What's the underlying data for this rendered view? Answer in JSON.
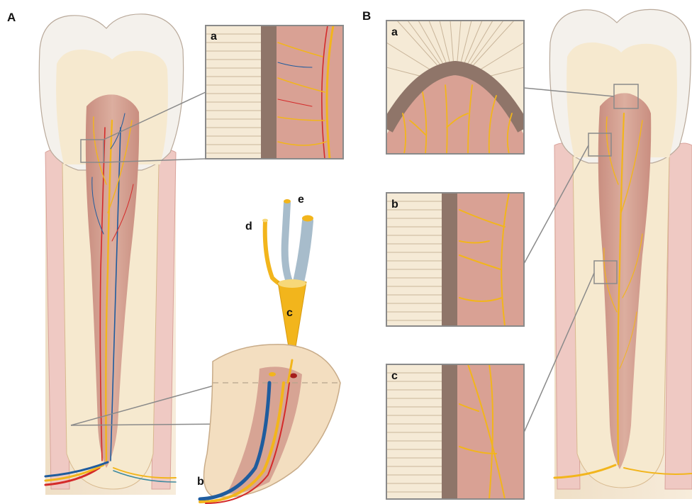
{
  "panels": {
    "A": {
      "label": "A"
    },
    "B": {
      "label": "B"
    }
  },
  "panel_a": {
    "inset_label": "a",
    "cross_section_label": "b",
    "bundle_label": "c",
    "fiber_d_label": "d",
    "fiber_e_label": "e"
  },
  "panel_b": {
    "inset_labels": [
      "a",
      "b",
      "c"
    ]
  },
  "colors": {
    "enamel": "#f4f1ec",
    "dentin": "#f6e9cf",
    "pulp": "#d7a494",
    "gingiva": "#efc9c3",
    "bone": "#f3e6d2",
    "nerve": "#f2b51c",
    "artery": "#d42a2a",
    "vein": "#1f5c9e",
    "odontoblast": "#8f7569",
    "inset_border": "#8a8a8a"
  }
}
